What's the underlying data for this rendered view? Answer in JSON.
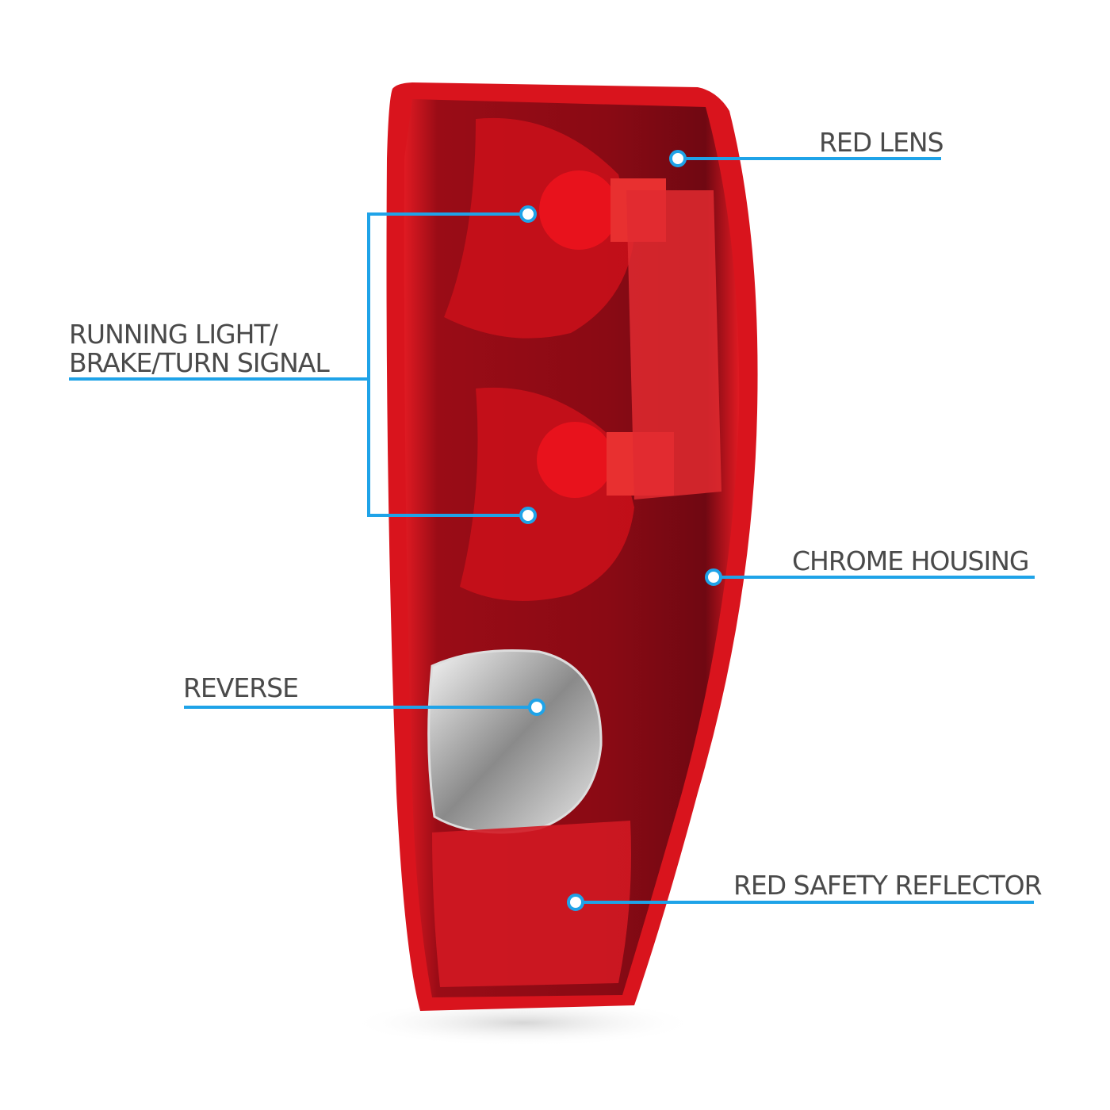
{
  "callouts": {
    "red_lens": "RED LENS",
    "running_light_line1": "RUNNING LIGHT/",
    "running_light_line2": "BRAKE/TURN SIGNAL",
    "chrome_housing": "CHROME HOUSING",
    "reverse": "REVERSE",
    "red_safety_reflector": "RED SAFETY REFLECTOR"
  },
  "colors": {
    "callout_line": "#1fa3e8",
    "label_text": "#4a4a4a",
    "lens_red": "#c8101a",
    "lens_dark": "#7a0a12"
  }
}
